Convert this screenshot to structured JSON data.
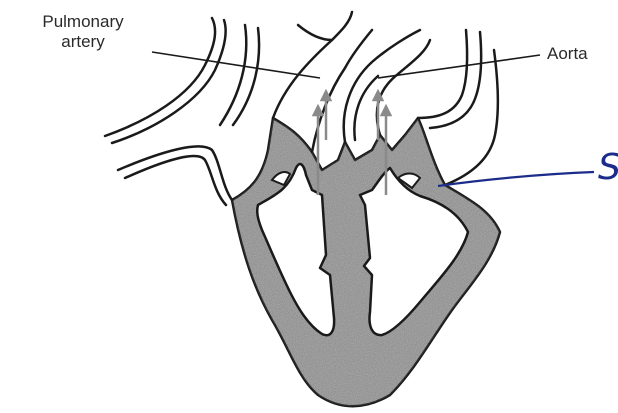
{
  "labels": {
    "pulmonary_line1": "Pulmonary",
    "pulmonary_line2": "artery",
    "aorta": "Aorta",
    "handwritten": "S"
  },
  "colors": {
    "outline": "#1a1a1a",
    "muscle_fill": "#a9a9a9",
    "arrow": "#8a8a8a",
    "handwritten_ink": "#1c2c8a"
  }
}
